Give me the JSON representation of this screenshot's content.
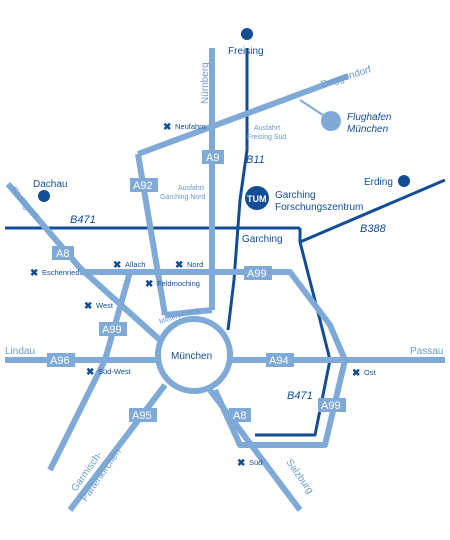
{
  "map": {
    "cities": {
      "freising": "Freising",
      "dachau": "Dachau",
      "erding": "Erding",
      "flughafen_line1": "Flughafen",
      "flughafen_line2": "München",
      "garching_fz_line1": "Garching",
      "garching_fz_line2": "Forschungszentrum",
      "garching": "Garching",
      "muenchen": "München"
    },
    "directions": {
      "nuernberg": "Nürnberg",
      "deggendorf": "Deggendorf",
      "stuttgart": "Stuttgart",
      "lindau": "Lindau",
      "passau": "Passau",
      "garmisch_line1": "Garmisch-",
      "garmisch_line2": "Partenkirchen",
      "salzburg": "Salzburg"
    },
    "shields": {
      "a9": "A9",
      "a92": "A92",
      "a8_nw": "A8",
      "a99_n": "A99",
      "a99_w": "A99",
      "a96": "A96",
      "a95": "A95",
      "a8_s": "A8",
      "a94": "A94",
      "a99_e": "A99"
    },
    "federal_roads": {
      "b471_n": "B471",
      "b11": "B11",
      "b388": "B388",
      "b471_s": "B471"
    },
    "junctions": {
      "neufahrn": "Neufahrn",
      "allach": "Allach",
      "nord": "Nord",
      "eschenried": "Eschenried",
      "feldmoching": "Feldmoching",
      "west": "West",
      "sued_west": "Süd-West",
      "ost": "Ost",
      "sued": "Süd"
    },
    "exits": {
      "freising_sued_line1": "Ausfahrt",
      "freising_sued_line2": "Freising Süd",
      "garching_nord_line1": "Ausfahrt",
      "garching_nord_line2": "Garching Nord"
    },
    "ring_label": "Mittlerer Ring",
    "logo_text": "TUM",
    "colors": {
      "motorway": "#7fa9d6",
      "federal_road": "#124e96",
      "label": "#124e96",
      "airport": "#7fa9d6"
    }
  }
}
